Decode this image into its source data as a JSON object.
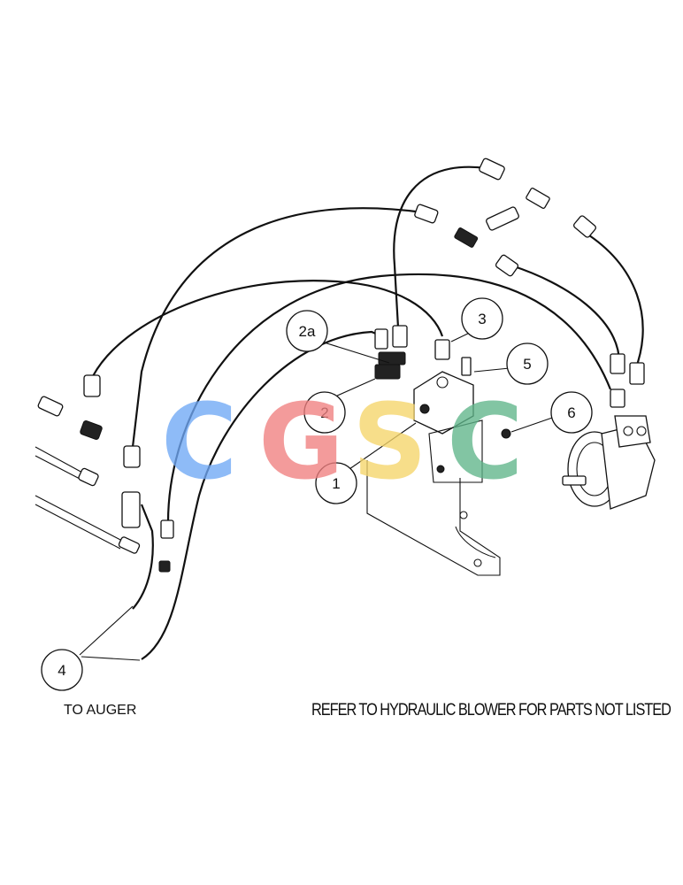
{
  "callouts": [
    {
      "id": "1",
      "label": "1"
    },
    {
      "id": "2",
      "label": "2"
    },
    {
      "id": "2a",
      "label": "2a"
    },
    {
      "id": "3",
      "label": "3"
    },
    {
      "id": "4",
      "label": "4"
    },
    {
      "id": "5",
      "label": "5"
    },
    {
      "id": "6",
      "label": "6"
    }
  ],
  "notes": {
    "to_auger": "TO AUGER",
    "refer": "REFER TO HYDRAULIC BLOWER FOR PARTS NOT LISTED"
  },
  "watermark": {
    "letters": [
      "C",
      "G",
      "S",
      "C"
    ],
    "colors": [
      "#6fa8f5",
      "#f08080",
      "#f6d56a",
      "#5fb58a"
    ]
  }
}
